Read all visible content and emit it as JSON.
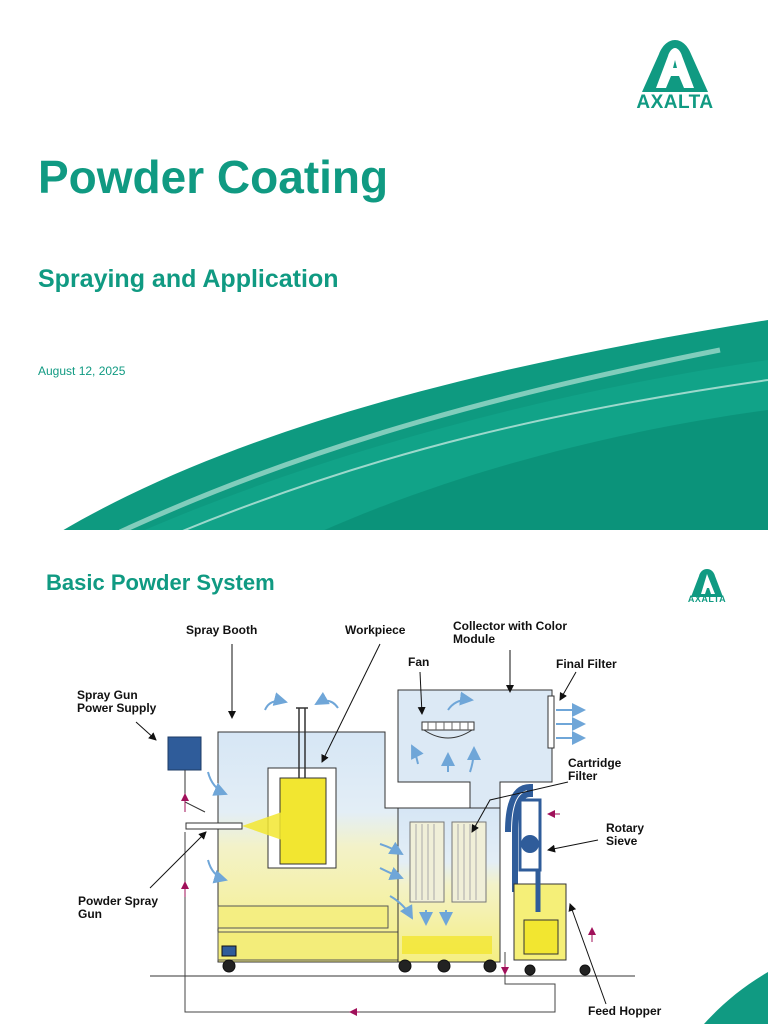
{
  "slide1": {
    "title": "Powder Coating",
    "subtitle": "Spraying and Application",
    "date": "August 12, 2025",
    "logo_text": "AXALTA"
  },
  "slide2": {
    "title": "Basic Powder System",
    "logo_text": "AXALTA",
    "labels": {
      "spray_booth": "Spray Booth",
      "workpiece": "Workpiece",
      "collector": "Collector with Color\nModule",
      "fan": "Fan",
      "final_filter": "Final Filter",
      "power_supply": "Spray Gun\nPower Supply",
      "cartridge_filter": "Cartridge\nFilter",
      "rotary_sieve": "Rotary\nSieve",
      "spray_gun": "Powder Spray\nGun",
      "feed_hopper": "Feed Hopper"
    }
  },
  "colors": {
    "brand": "#109a82",
    "brand_dark": "#0a7f6b",
    "booth_blue": "#dce9f5",
    "powder_yellow": "#f5ef78",
    "supply_blue": "#2f5c9a"
  }
}
